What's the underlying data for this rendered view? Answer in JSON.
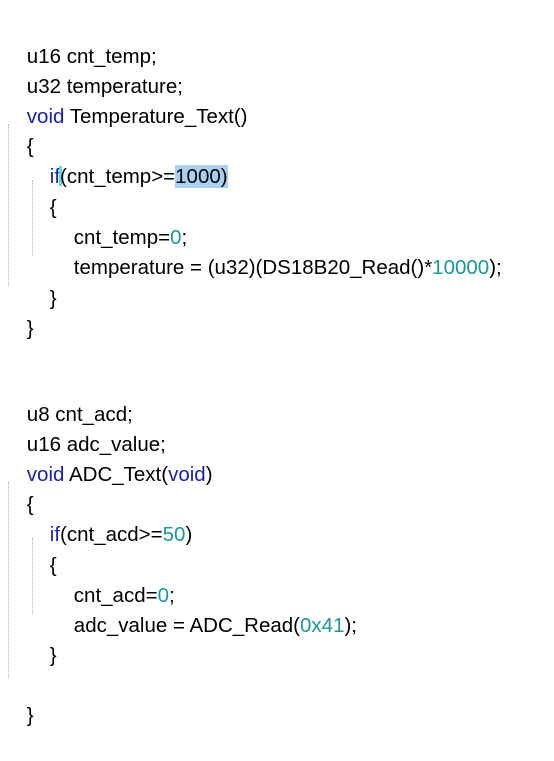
{
  "code": {
    "lines": [
      [
        "u16 cnt_temp;"
      ],
      [
        "u32 temperature;"
      ],
      [
        "void",
        " Temperature_Text()"
      ],
      [
        "{"
      ],
      [
        "if",
        "(",
        "cnt_temp>=",
        "1000)"
      ],
      [
        "{"
      ],
      [
        "cnt_temp=",
        "0",
        ";"
      ],
      [
        "temperature = (u32)(DS18B20_Read()*",
        "10000",
        ");"
      ],
      [
        "}"
      ],
      [
        "}"
      ],
      [
        ""
      ],
      [
        ""
      ],
      [
        "u8 cnt_acd;"
      ],
      [
        "u16 adc_value;"
      ],
      [
        "void",
        " ADC_Text(",
        "void",
        ")"
      ],
      [
        "{"
      ],
      [
        "if",
        "(cnt_acd>=",
        "50",
        ")"
      ],
      [
        "{"
      ],
      [
        "cnt_acd=",
        "0",
        ";"
      ],
      [
        "adc_value = ADC_Read(",
        "0x41",
        ");"
      ],
      [
        "}"
      ],
      [
        ""
      ],
      [
        "}"
      ]
    ]
  },
  "colors": {
    "keyword": "#1e1eb4",
    "number": "#189a9a",
    "text": "#000000",
    "selection": "#a8d0f0",
    "cursor": "#55e2e2",
    "background": "#ffffff"
  }
}
